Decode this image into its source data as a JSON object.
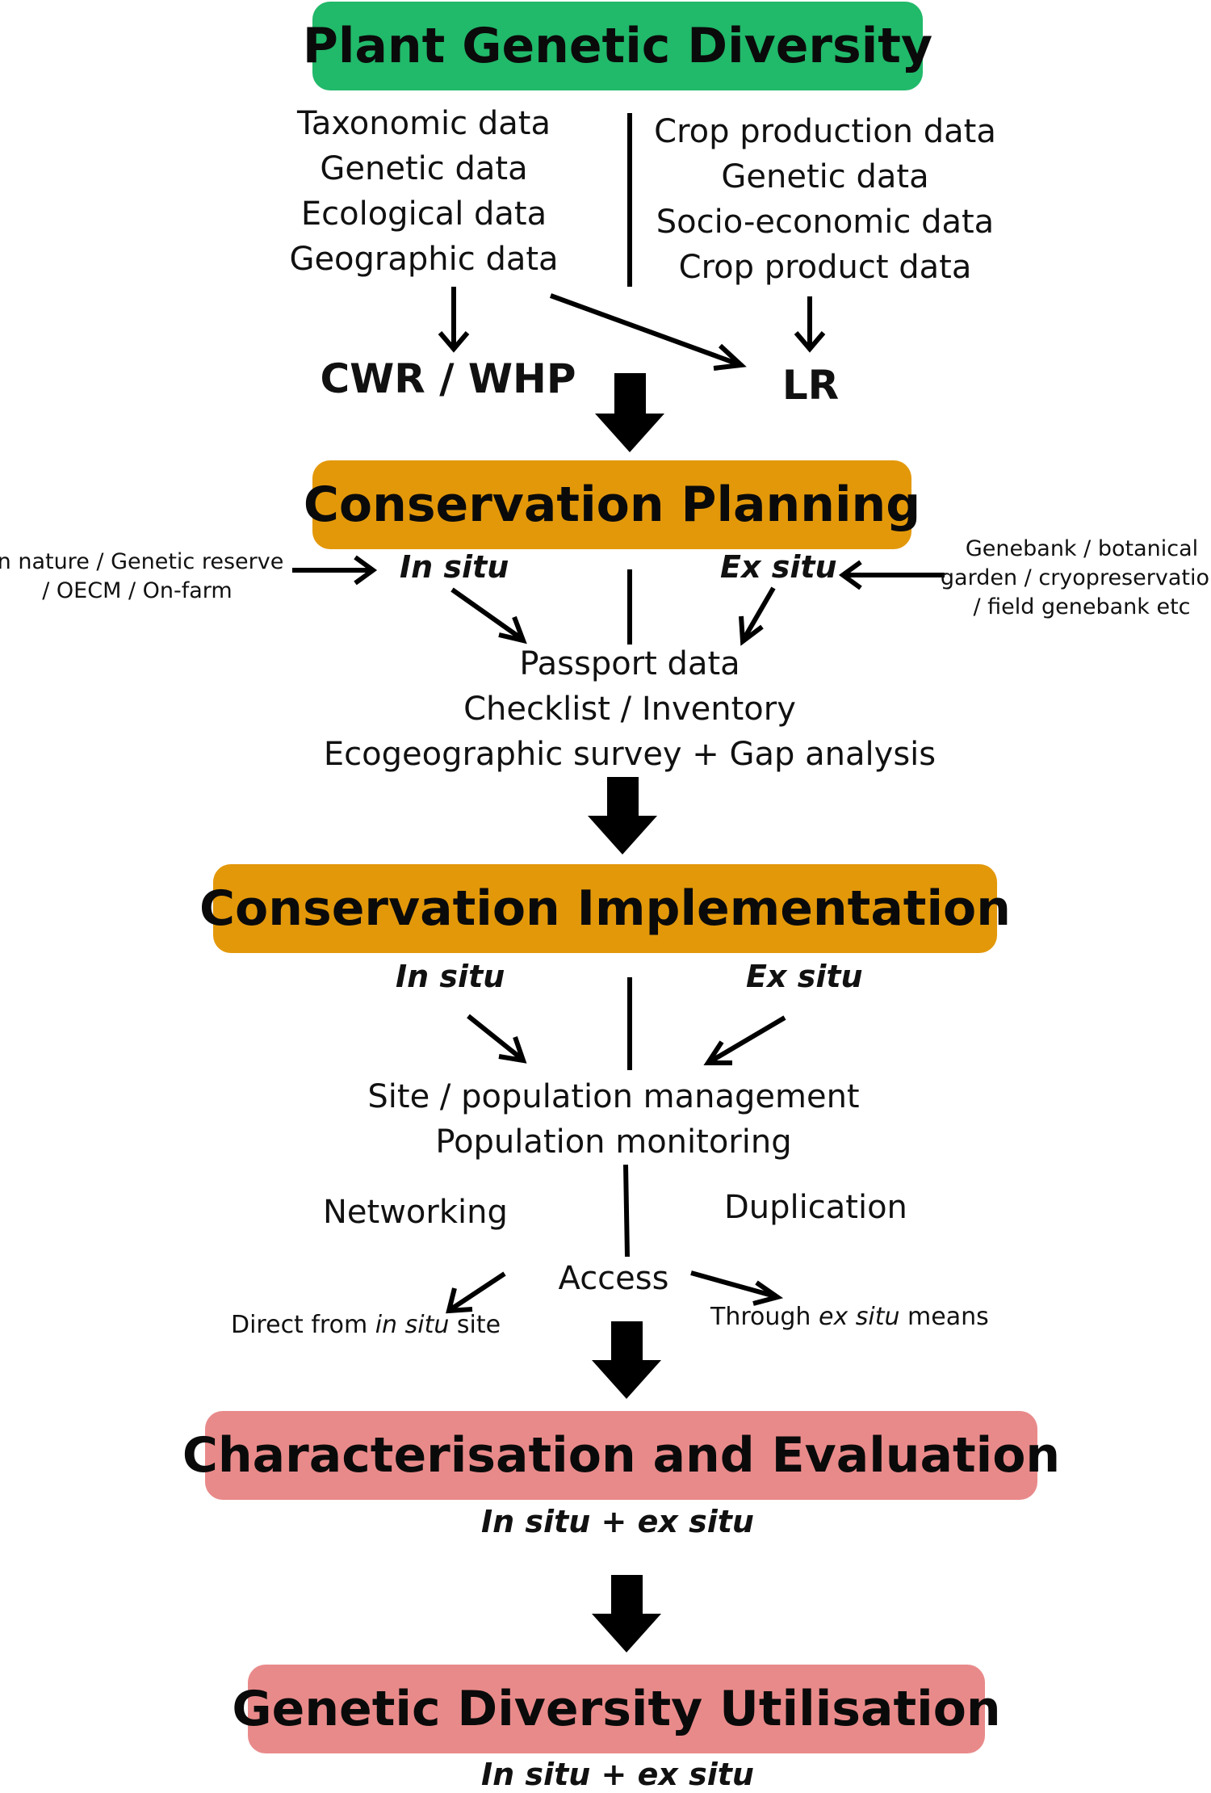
{
  "stages": {
    "plant_genetic_diversity": "Plant Genetic Diversity",
    "conservation_planning": "Conservation Planning",
    "conservation_implementation": "Conservation Implementation",
    "characterisation_evaluation": "Characterisation and Evaluation",
    "genetic_diversity_utilisation": "Genetic Diversity Utilisation"
  },
  "diversity": {
    "left_data": [
      "Taxonomic data",
      "Genetic data",
      "Ecological data",
      "Geographic data"
    ],
    "right_data": [
      "Crop production data",
      "Genetic data",
      "Socio-economic data",
      "Crop product data"
    ],
    "left_target": "CWR / WHP",
    "right_target": "LR"
  },
  "planning": {
    "in_situ": "In situ",
    "ex_situ": "Ex situ",
    "in_situ_sources": [
      "In nature / Genetic reserve",
      "/ OECM / On-farm"
    ],
    "ex_situ_sources": [
      "Genebank / botanical",
      "garden / cryopreservation",
      "/ field genebank etc"
    ],
    "outputs": [
      "Passport data",
      "Checklist / Inventory",
      "Ecogeographic survey + Gap analysis"
    ]
  },
  "implementation": {
    "in_situ": "In situ",
    "ex_situ": "Ex situ",
    "outputs": [
      "Site / population management",
      "Population monitoring"
    ],
    "networking": "Networking",
    "duplication": "Duplication",
    "access": "Access",
    "direct_prefix": "Direct from ",
    "direct_italic": "in situ",
    "direct_suffix": " site",
    "through_prefix": "Through ",
    "through_italic": "ex situ",
    "through_suffix": " means"
  },
  "characterisation": {
    "scope": "In situ + ex situ"
  },
  "utilisation": {
    "scope": "In situ + ex situ"
  }
}
